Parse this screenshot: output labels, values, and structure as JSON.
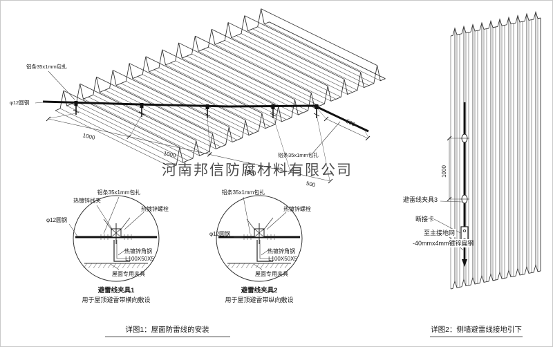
{
  "watermark": "河南邦信防腐材料有限公司",
  "roof": {
    "label_al_strip_left": "铝条35x1mm包扎",
    "label_round_steel": "φ12圆钢",
    "label_al_strip_right": "铝条35x1mm包扎",
    "dims": [
      "1000",
      "1000",
      "1000",
      "500"
    ],
    "dim_right": "500"
  },
  "clamp1": {
    "title": "避雷线夹具1",
    "subtitle": "用于屋顶避雷带横向敷设",
    "labels": {
      "wire_clip": "热镀锌线夹",
      "al_strip": "铝条35x1mm包扎",
      "bolt": "热镀锌螺栓",
      "round_steel": "φ12圆钢",
      "angle_steel": "热镀锌角钢",
      "angle_spec": "L100X50X5",
      "roof_clamp": "屋面专用夹具"
    }
  },
  "clamp2": {
    "title": "避雷线夹具2",
    "subtitle": "用于屋顶避雷带纵向敷设",
    "labels": {
      "al_strip": "铝条35x1mm包扎",
      "bolt": "热镀锌螺栓",
      "round_steel": "φ12圆钢",
      "angle_steel": "热镀锌角钢",
      "angle_spec": "L100X50X5",
      "roof_clamp": "屋面专用夹具"
    }
  },
  "wall": {
    "dim": "1000",
    "labels": {
      "clamp3": "避雷线夹具3",
      "disconnect": "断接卡",
      "to_ground": "至主接地网",
      "flat_steel": "-40mmx4mm镀锌扁钢"
    }
  },
  "captions": {
    "detail1": "详图1：屋面防雷线的安装",
    "detail2": "详图2：侧墙避雷线接地引下"
  },
  "colors": {
    "line": "#1a1a1a",
    "red": "#cc2222",
    "watermark": "#a3a3a3"
  }
}
